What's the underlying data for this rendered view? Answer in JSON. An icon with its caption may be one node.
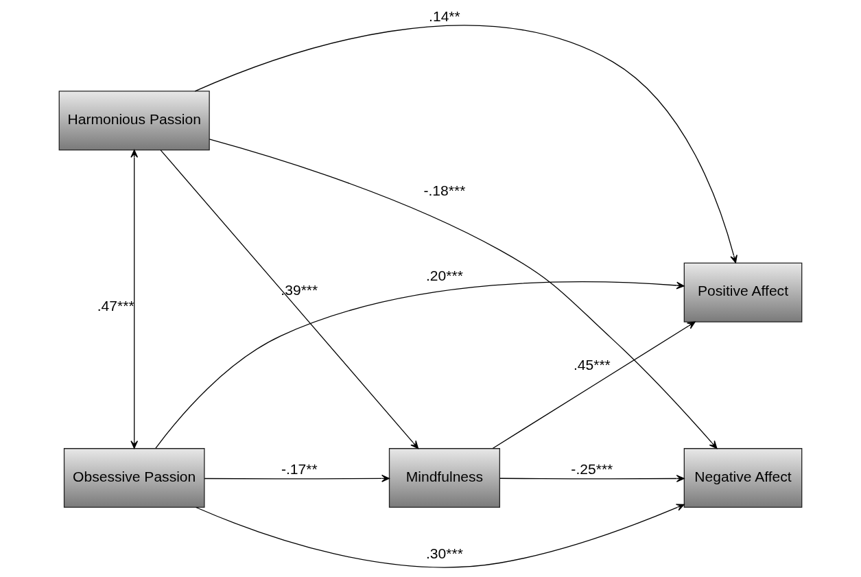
{
  "diagram": {
    "nodes": [
      {
        "text": [
          "Harmonious Passion"
        ]
      },
      {
        "text": [
          "Positive Affect"
        ]
      },
      {
        "text": [
          "Mindfulness"
        ]
      },
      {
        "text": [
          "Negative Affect"
        ]
      },
      {
        "text": [
          "Obsessive Passion"
        ]
      }
    ],
    "edges": [
      {
        "from": 0,
        "to": 1,
        "arrow": "to",
        "label": ".14**"
      },
      {
        "from": 0,
        "to": 3,
        "arrow": "to",
        "label": "-.18***"
      },
      {
        "from": 0,
        "to": 2,
        "arrow": "to",
        "label": ".39***"
      },
      {
        "from": 2,
        "to": 1,
        "arrow": "to",
        "label": ".45***"
      },
      {
        "from": 2,
        "to": 3,
        "arrow": "to",
        "label": "-.25***"
      },
      {
        "from": 4,
        "to": 2,
        "arrow": "to",
        "label": "-.17**"
      },
      {
        "from": 4,
        "to": 1,
        "arrow": "to",
        "label": ".20***"
      },
      {
        "from": 4,
        "to": 3,
        "arrow": "to",
        "label": ".30***"
      },
      {
        "from": 0,
        "to": 4,
        "arrow": "both",
        "label": ".47***"
      }
    ]
  }
}
